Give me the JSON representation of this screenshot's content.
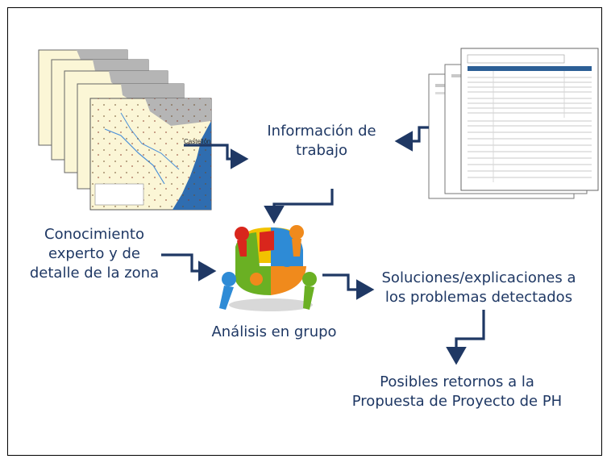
{
  "diagram": {
    "info_label": [
      "Información de",
      "trabajo"
    ],
    "knowledge_label": [
      "Conocimiento",
      "experto y de",
      "detalle de la zona"
    ],
    "group_label": "Análisis en grupo",
    "solutions_label": [
      "Soluciones/explicaciones a",
      "los problemas detectados"
    ],
    "returns_label": [
      "Posibles retornos a la",
      "Propuesta de Proyecto de PH"
    ],
    "map_labels": {
      "city_label": "Castellón"
    },
    "colors": {
      "text": "#1f3864",
      "arrow": "#1f3864",
      "puzzle_yellow": "#f2c200",
      "puzzle_red": "#d9261c",
      "puzzle_green": "#6ab023",
      "puzzle_blue": "#2e8bd6",
      "puzzle_orange": "#f08a1c"
    }
  }
}
